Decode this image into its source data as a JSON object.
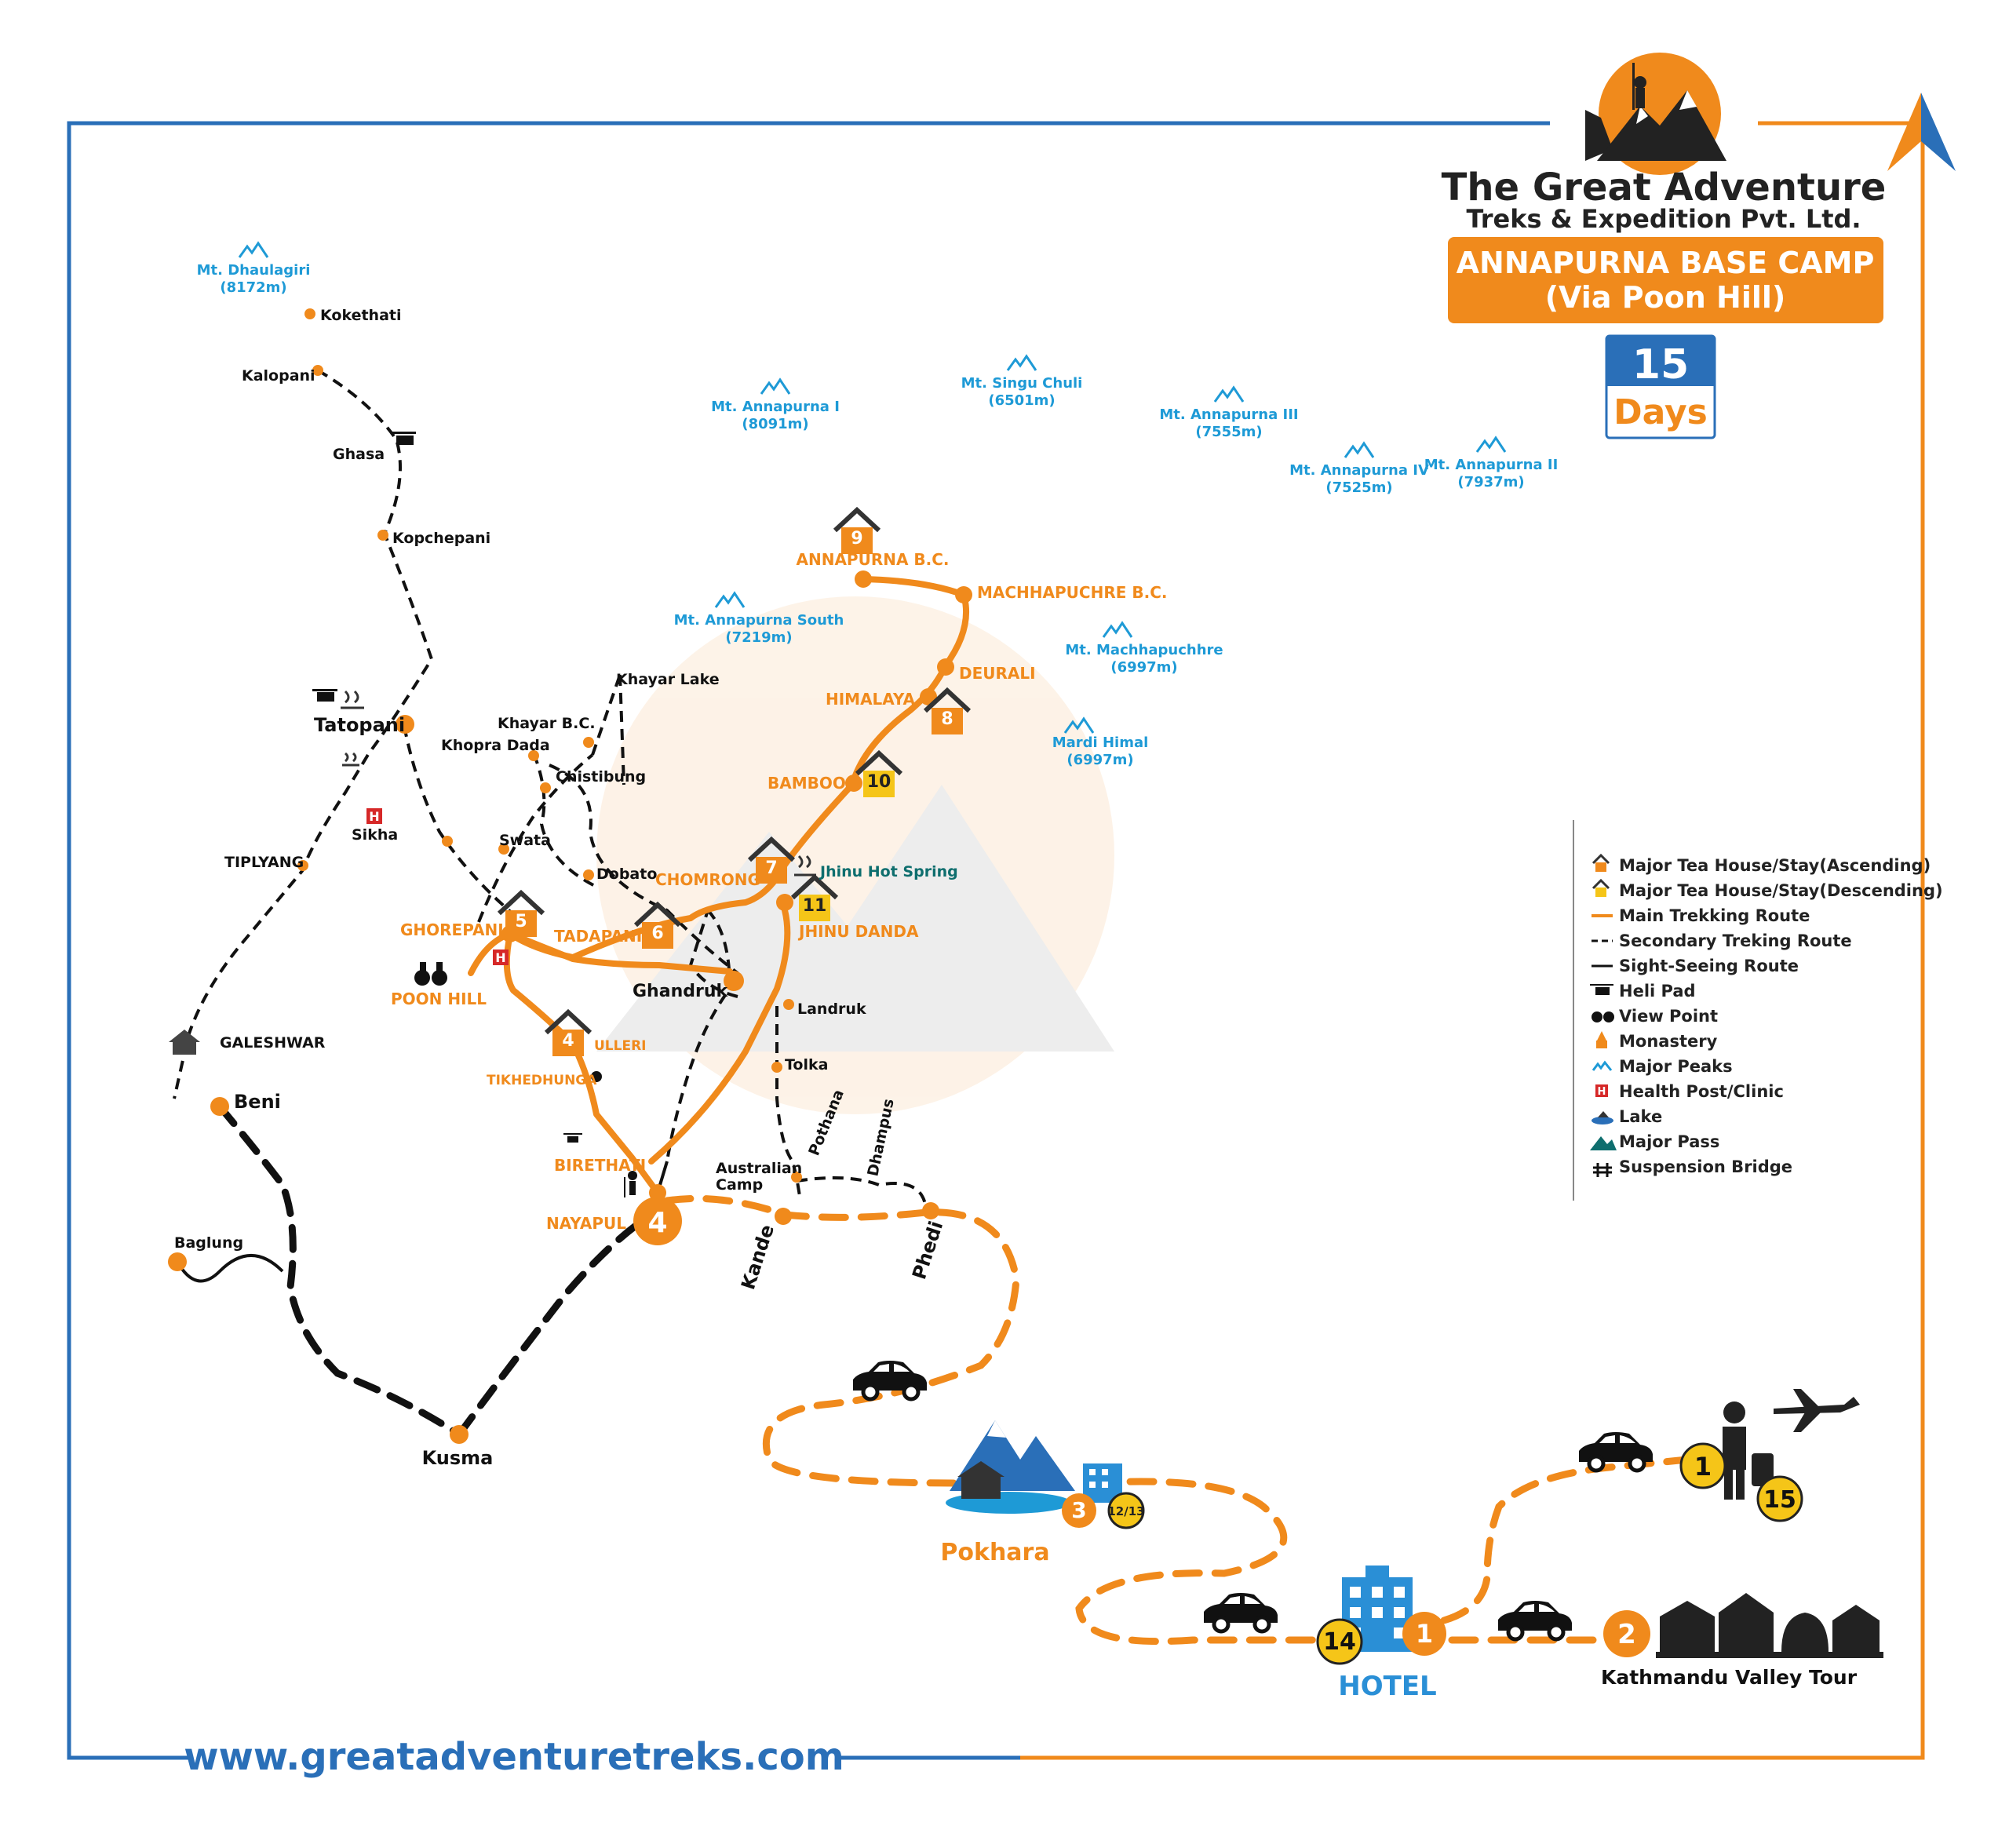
{
  "brand": {
    "name_line1": "The Great Adventure",
    "name_line2": "Treks & Expedition Pvt. Ltd.",
    "title_line1": "ANNAPURNA BASE CAMP",
    "title_line2": "(Via Poon Hill)",
    "days_number": "15",
    "days_label": "Days",
    "website": "www.greatadventuretreks.com"
  },
  "colors": {
    "orange": "#f08a1c",
    "blue": "#2a6fb8",
    "peak_blue": "#1e9ad6",
    "black": "#111111",
    "yellow": "#f5c518"
  },
  "peaks": [
    {
      "name": "Mt. Dhaulagiri",
      "height": "(8172m)"
    },
    {
      "name": "Mt. Annapurna I",
      "height": "(8091m)"
    },
    {
      "name": "Mt. Singu Chuli",
      "height": "(6501m)"
    },
    {
      "name": "Mt. Annapurna III",
      "height": "(7555m)"
    },
    {
      "name": "Mt. Annapurna IV",
      "height": "(7525m)"
    },
    {
      "name": "Mt. Annapurna II",
      "height": "(7937m)"
    },
    {
      "name": "Mt. Annapurna South",
      "height": "(7219m)"
    },
    {
      "name": "Mt. Machhapuchhre",
      "height": "(6997m)"
    },
    {
      "name": "Mardi Himal",
      "height": "(6997m)"
    }
  ],
  "places_black": {
    "koketthati": "Kokethati",
    "kalopani": "Kalopani",
    "ghasa": "Ghasa",
    "kopchepani": "Kopchepani",
    "tatopani": "Tatopani",
    "sikha": "Sikha",
    "tiplyang": "TIPLYANG",
    "galeshwar": "GALESHWAR",
    "beni": "Beni",
    "baglung": "Baglung",
    "kusma": "Kusma",
    "khayar_lake": "Khayar Lake",
    "khayar_bc": "Khayar B.C.",
    "khopra_dada": "Khopra Dada",
    "chistibung": "Chistibung",
    "swata": "Swata",
    "dobato": "Dobato",
    "ghandruk": "Ghandruk",
    "landruk": "Landruk",
    "tolka": "Tolka",
    "pothana": "Pothana",
    "dhampus": "Dhampus",
    "australian_camp_1": "Australian",
    "australian_camp_2": "Camp",
    "kande": "Kande",
    "phedi": "Phedi",
    "kathmandu_tour": "Kathmandu Valley Tour"
  },
  "places_orange": {
    "abc": "ANNAPURNA B.C.",
    "mbc": "MACHHAPUCHRE B.C.",
    "deurali": "DEURALI",
    "himalaya": "HIMALAYA",
    "bamboo": "BAMBOO",
    "chomrong": "CHOMRONG",
    "jhinu_danda": "JHINU DANDA",
    "tadapani": "TADAPANI",
    "ghorepani": "GHOREPANI",
    "poon_hill": "POON HILL",
    "ulleri": "ULLERI",
    "tikhedhunga": "TIKHEDHUNGA",
    "birethati": "BIRETHATI",
    "nayapul": "NAYAPUL",
    "pokhara": "Pokhara"
  },
  "jhinu_hot_spring": "Jhinu Hot Spring",
  "hotel": "HOTEL",
  "day_markers": {
    "abc": "9",
    "himalaya": "8",
    "bamboo": "10",
    "chomrong": "7",
    "jhinu": "11",
    "tadapani": "6",
    "ghorepani": "5",
    "ulleri": "4",
    "nayapul": "4",
    "pokhara": "3",
    "pokhara_back": "12/13",
    "hotel_in": "1",
    "hotel_back": "14",
    "kathmandu": "2",
    "airport_in": "1",
    "airport_out": "15"
  },
  "health_letter": "H",
  "legend": [
    {
      "icon": "house-orange-icon",
      "label": "Major Tea House/Stay(Ascending)"
    },
    {
      "icon": "house-yellow-icon",
      "label": "Major Tea House/Stay(Descending)"
    },
    {
      "icon": "orange-line-icon",
      "label": "Main Trekking Route"
    },
    {
      "icon": "dashed-line-icon",
      "label": "Secondary Treking Route"
    },
    {
      "icon": "solid-line-icon",
      "label": "Sight-Seeing Route"
    },
    {
      "icon": "helicopter-icon",
      "label": "Heli Pad"
    },
    {
      "icon": "binoculars-icon",
      "label": "View Point"
    },
    {
      "icon": "stupa-icon",
      "label": "Monastery"
    },
    {
      "icon": "peak-icon",
      "label": "Major Peaks"
    },
    {
      "icon": "health-post-icon",
      "label": "Health Post/Clinic"
    },
    {
      "icon": "lake-icon",
      "label": "Lake"
    },
    {
      "icon": "pass-icon",
      "label": "Major Pass"
    },
    {
      "icon": "bridge-icon",
      "label": "Suspension Bridge"
    }
  ]
}
